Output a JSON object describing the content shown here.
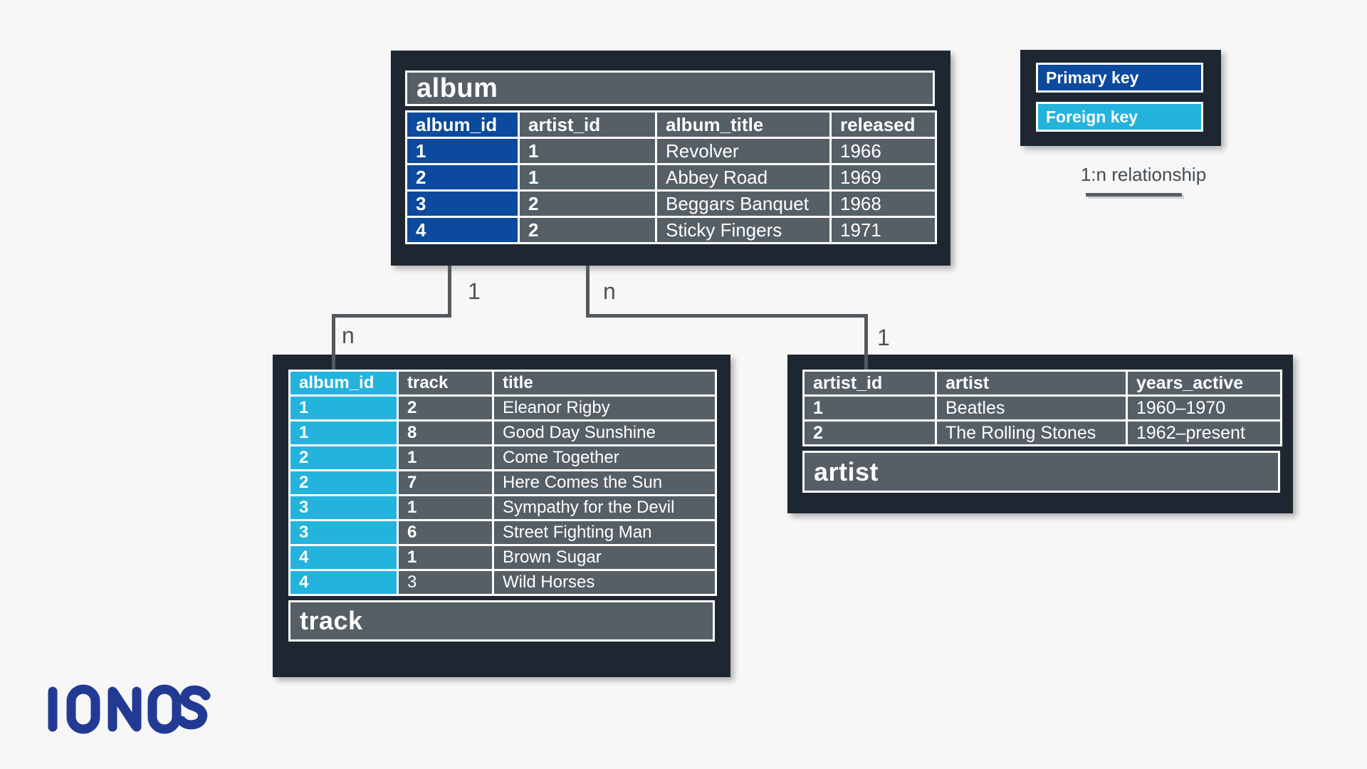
{
  "legend": {
    "items": [
      {
        "label": "Primary key",
        "color": "#0b4a9d"
      },
      {
        "label": "Foreign key",
        "color": "#23b3dd"
      }
    ],
    "relationship_label": "1:n relationship"
  },
  "tables": {
    "album": {
      "title": "album",
      "columns": [
        "album_id",
        "artist_id",
        "album_title",
        "released"
      ],
      "rows": [
        [
          "1",
          "1",
          "Revolver",
          "1966"
        ],
        [
          "2",
          "1",
          "Abbey Road",
          "1969"
        ],
        [
          "3",
          "2",
          "Beggars Banquet",
          "1968"
        ],
        [
          "4",
          "2",
          "Sticky Fingers",
          "1971"
        ]
      ],
      "primary_key_column": "album_id"
    },
    "track": {
      "title": "track",
      "columns": [
        "album_id",
        "track",
        "title"
      ],
      "rows": [
        [
          "1",
          "2",
          "Eleanor Rigby"
        ],
        [
          "1",
          "8",
          "Good Day Sunshine"
        ],
        [
          "2",
          "1",
          "Come Together"
        ],
        [
          "2",
          "7",
          "Here Comes the Sun"
        ],
        [
          "3",
          "1",
          "Sympathy for the Devil"
        ],
        [
          "3",
          "6",
          "Street Fighting Man"
        ],
        [
          "4",
          "1",
          "Brown Sugar"
        ],
        [
          "4",
          "3",
          "Wild Horses"
        ]
      ],
      "foreign_key_column": "album_id"
    },
    "artist": {
      "title": "artist",
      "columns": [
        "artist_id",
        "artist",
        "years_active"
      ],
      "rows": [
        [
          "1",
          "Beatles",
          "1960–1970"
        ],
        [
          "2",
          "The Rolling Stones",
          "1962–present"
        ]
      ]
    }
  },
  "connectors": [
    {
      "from": "album.album_id",
      "to": "track.album_id",
      "from_label": "1",
      "to_label": "n"
    },
    {
      "from": "album.artist_id",
      "to": "artist.artist_id",
      "from_label": "n",
      "to_label": "1"
    }
  ],
  "logo_text": "IONOS",
  "colors": {
    "primary_key": "#0b4a9d",
    "foreign_key": "#23b3dd",
    "table_gray": "#565f66",
    "frame_dark": "#1e2731",
    "connector": "#53595e",
    "logo_blue": "#233a94",
    "background": "#f7f7f8"
  }
}
